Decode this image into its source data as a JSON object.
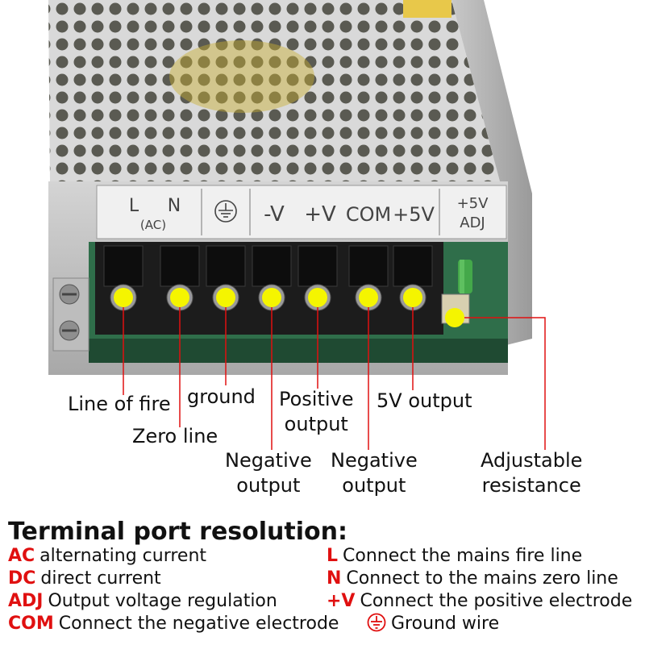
{
  "panel": {
    "labels": [
      "L",
      "N",
      "(AC)",
      "-V",
      "+V",
      "COM",
      "+5V",
      "+5V",
      "ADJ"
    ]
  },
  "callouts": {
    "line_of_fire": "Line of fire",
    "zero_line": "Zero line",
    "ground": "ground",
    "negative_output_1": "Negative\noutput",
    "positive_output": "Positive\noutput",
    "negative_output_2": "Negative\noutput",
    "five_v_output": "5V output",
    "adjustable_resistance": "Adjustable\nresistance"
  },
  "legend": {
    "title": "Terminal port resolution:",
    "left": [
      {
        "key": "AC",
        "text": "alternating current"
      },
      {
        "key": "DC",
        "text": "direct current"
      },
      {
        "key": "ADJ",
        "text": "Output voltage regulation"
      },
      {
        "key": "COM",
        "text": "Connect the negative electrode"
      }
    ],
    "right": [
      {
        "key": "L",
        "text": "Connect the mains fire line"
      },
      {
        "key": "N",
        "text": "Connect to the mains zero line"
      },
      {
        "key": "+V",
        "text": "Connect the positive electrode"
      },
      {
        "key": "",
        "text": "Ground wire"
      }
    ]
  },
  "colors": {
    "marker": "#f5f500",
    "leader_line": "#e01010",
    "legend_key": "#e01010",
    "terminal_block": "#1c1c1c"
  }
}
